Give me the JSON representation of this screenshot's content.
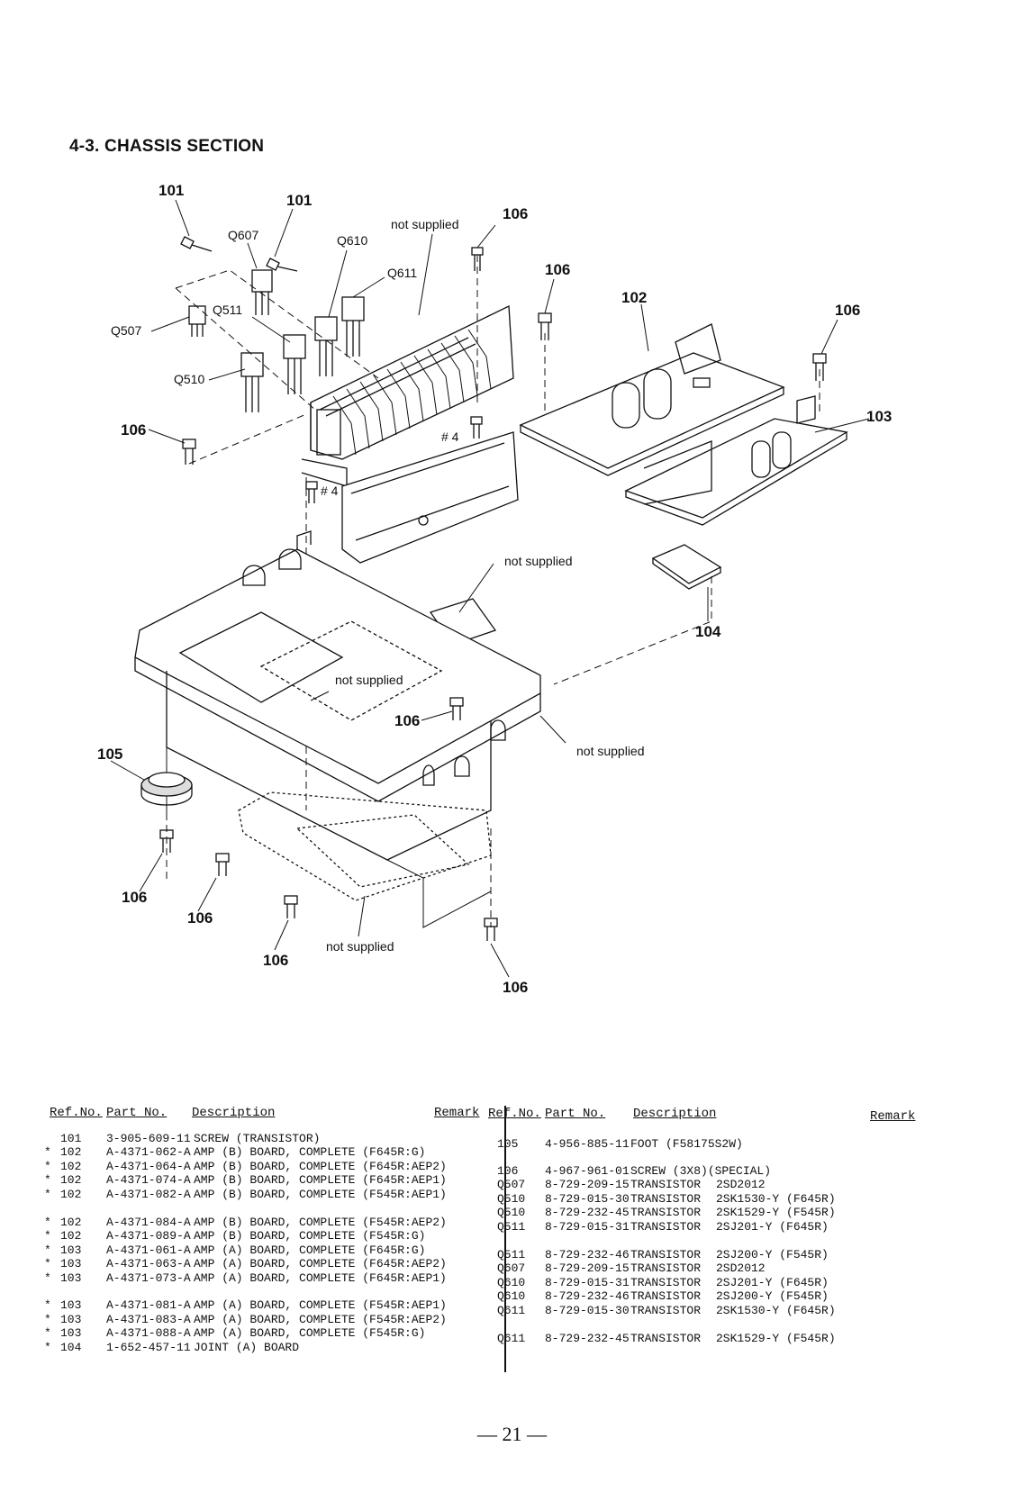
{
  "title": "4-3.  CHASSIS SECTION",
  "diagram_labels": {
    "l101a": "101",
    "l101b": "101",
    "q607": "Q607",
    "q610": "Q610",
    "q611": "Q611",
    "q511": "Q511",
    "q507": "Q507",
    "q510": "Q510",
    "ns1": "not supplied",
    "l106a": "106",
    "l106b": "106",
    "l102": "102",
    "l106c": "106",
    "l106d": "106",
    "l103": "103",
    "hash4a": "# 4",
    "hash4b": "# 4",
    "ns2": "not supplied",
    "l104": "104",
    "ns3": "not supplied",
    "l106e": "106",
    "l105": "105",
    "ns4": "not supplied",
    "l106f": "106",
    "l106g": "106",
    "ns5": "not supplied",
    "l106h": "106",
    "l106i": "106"
  },
  "headers": {
    "ref": "Ref.No.",
    "part": "Part No.",
    "desc": "Description",
    "remark": "Remark"
  },
  "left_rows": [
    {
      "mark": " ",
      "ref": "101",
      "part": "3-905-609-11",
      "desc": "SCREW (TRANSISTOR)"
    },
    {
      "mark": "*",
      "ref": "102",
      "part": "A-4371-062-A",
      "desc": "AMP (B) BOARD, COMPLETE (F645R:G)"
    },
    {
      "mark": "*",
      "ref": "102",
      "part": "A-4371-064-A",
      "desc": "AMP (B) BOARD, COMPLETE (F645R:AEP2)"
    },
    {
      "mark": "*",
      "ref": "102",
      "part": "A-4371-074-A",
      "desc": "AMP (B) BOARD, COMPLETE (F645R:AEP1)"
    },
    {
      "mark": "*",
      "ref": "102",
      "part": "A-4371-082-A",
      "desc": "AMP (B) BOARD, COMPLETE (F545R:AEP1)"
    },
    {
      "mark": "*",
      "ref": "102",
      "part": "A-4371-084-A",
      "desc": "AMP (B) BOARD, COMPLETE (F545R:AEP2)"
    },
    {
      "mark": "*",
      "ref": "102",
      "part": "A-4371-089-A",
      "desc": "AMP (B) BOARD, COMPLETE (F545R:G)"
    },
    {
      "mark": "*",
      "ref": "103",
      "part": "A-4371-061-A",
      "desc": "AMP (A) BOARD, COMPLETE (F645R:G)"
    },
    {
      "mark": "*",
      "ref": "103",
      "part": "A-4371-063-A",
      "desc": "AMP (A) BOARD, COMPLETE (F645R:AEP2)"
    },
    {
      "mark": "*",
      "ref": "103",
      "part": "A-4371-073-A",
      "desc": "AMP (A) BOARD, COMPLETE (F645R:AEP1)"
    },
    {
      "mark": "*",
      "ref": "103",
      "part": "A-4371-081-A",
      "desc": "AMP (A) BOARD, COMPLETE (F545R:AEP1)"
    },
    {
      "mark": "*",
      "ref": "103",
      "part": "A-4371-083-A",
      "desc": "AMP (A) BOARD, COMPLETE (F545R:AEP2)"
    },
    {
      "mark": "*",
      "ref": "103",
      "part": "A-4371-088-A",
      "desc": "AMP (A) BOARD, COMPLETE (F545R:G)"
    },
    {
      "mark": "*",
      "ref": "104",
      "part": "1-652-457-11",
      "desc": "JOINT (A) BOARD"
    }
  ],
  "right_rows": [
    {
      "ref": "105",
      "part": "4-956-885-11",
      "desc": "FOOT (F58175S2W)",
      "note": ""
    },
    {
      "ref": "106",
      "part": "4-967-961-01",
      "desc": "SCREW (3X8)(SPECIAL)",
      "note": ""
    },
    {
      "ref": "Q507",
      "part": "8-729-209-15",
      "desc": "TRANSISTOR",
      "note": "2SD2012"
    },
    {
      "ref": "Q510",
      "part": "8-729-015-30",
      "desc": "TRANSISTOR",
      "note": "2SK1530-Y (F645R)"
    },
    {
      "ref": "Q510",
      "part": "8-729-232-45",
      "desc": "TRANSISTOR",
      "note": "2SK1529-Y (F545R)"
    },
    {
      "ref": "Q511",
      "part": "8-729-015-31",
      "desc": "TRANSISTOR",
      "note": "2SJ201-Y (F645R)"
    },
    {
      "ref": "Q511",
      "part": "8-729-232-46",
      "desc": "TRANSISTOR",
      "note": "2SJ200-Y (F545R)"
    },
    {
      "ref": "Q607",
      "part": "8-729-209-15",
      "desc": "TRANSISTOR",
      "note": "2SD2012"
    },
    {
      "ref": "Q610",
      "part": "8-729-015-31",
      "desc": "TRANSISTOR",
      "note": "2SJ201-Y (F645R)"
    },
    {
      "ref": "Q610",
      "part": "8-729-232-46",
      "desc": "TRANSISTOR",
      "note": "2SJ200-Y (F545R)"
    },
    {
      "ref": "Q611",
      "part": "8-729-015-30",
      "desc": "TRANSISTOR",
      "note": "2SK1530-Y (F645R)"
    },
    {
      "ref": "Q611",
      "part": "8-729-232-45",
      "desc": "TRANSISTOR",
      "note": "2SK1529-Y (F545R)"
    }
  ],
  "page_number": "— 21 —"
}
